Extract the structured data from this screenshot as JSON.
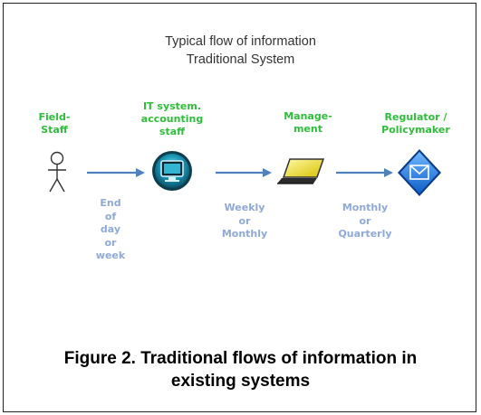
{
  "header": {
    "title_line1": "Typical flow of information",
    "title_line2": "Traditional System"
  },
  "nodes": [
    {
      "line1": "Field-",
      "line2": "Staff",
      "icon": "person-icon"
    },
    {
      "line1": "IT system.",
      "line2": "accounting",
      "line3": "staff",
      "icon": "monitor-icon"
    },
    {
      "line1": "Manage-",
      "line2": "ment",
      "icon": "laptop-icon"
    },
    {
      "line1": "Regulator /",
      "line2": "Policymaker",
      "icon": "envelope-icon"
    }
  ],
  "flows": [
    {
      "lines": [
        "End",
        "of",
        "day",
        "or",
        "week"
      ]
    },
    {
      "lines": [
        "Weekly",
        "or",
        "Monthly"
      ]
    },
    {
      "lines": [
        "Monthly",
        "or",
        "Quarterly"
      ]
    }
  ],
  "caption": {
    "line1": "Figure 2. Traditional flows of information in",
    "line2": "existing systems"
  },
  "colors": {
    "node_label": "#2ebd3a",
    "flow_label": "#8fa9d8",
    "arrow": "#4f81bd"
  }
}
